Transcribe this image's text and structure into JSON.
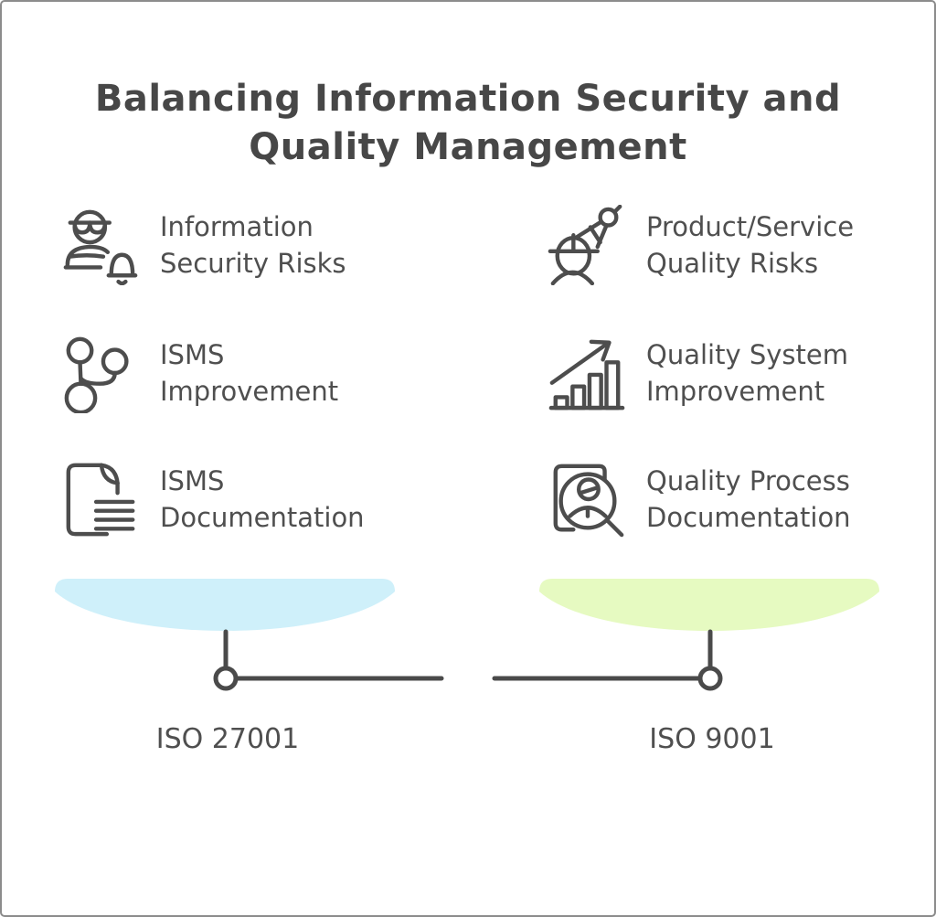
{
  "title": {
    "line1": "Balancing Information Security and",
    "line2": "Quality Management"
  },
  "colors": {
    "ink": "#4d4d4d",
    "title_text": "#474747",
    "beam": "#4a4a4a",
    "pan_left": "#cff0fa",
    "pan_right": "#e6fac1",
    "frame_border": "#8c8c8c"
  },
  "columns": {
    "left": {
      "items": [
        {
          "icon": "spy-person-bell-icon",
          "line1": "Information",
          "line2": "Security Risks"
        },
        {
          "icon": "git-branch-icon",
          "line1": "ISMS",
          "line2": "Improvement"
        },
        {
          "icon": "document-lines-icon",
          "line1": "ISMS",
          "line2": "Documentation"
        }
      ],
      "label": "ISO 27001"
    },
    "right": {
      "items": [
        {
          "icon": "engineer-compass-icon",
          "line1": "Product/Service",
          "line2": "Quality Risks"
        },
        {
          "icon": "growth-chart-arrow-icon",
          "line1": "Quality System",
          "line2": "Improvement"
        },
        {
          "icon": "document-magnifier-person-icon",
          "line1": "Quality Process",
          "line2": "Documentation"
        }
      ],
      "label": "ISO 9001"
    }
  }
}
